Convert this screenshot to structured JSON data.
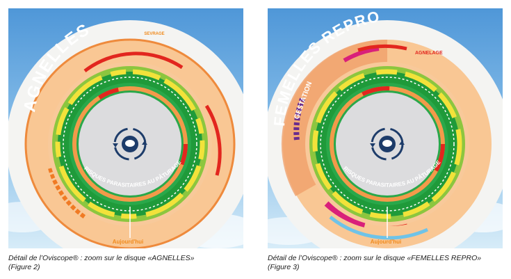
{
  "figures": [
    {
      "disc_title": "AGNELLES",
      "inner_label": "RISQUES PARASITAIRES AU PÂTURAGE",
      "today_label": "Aujourd'hui",
      "marker_label": "SEVRAGE",
      "caption_line1": "Détail de l’Oviscope® : zoom sur le disque «AGNELLES»",
      "caption_line2": "(Figure 2)"
    },
    {
      "disc_title": "FEMELLES REPRO",
      "inner_label": "RISQUES PARASITAIRES AU PÂTURAGE",
      "today_label": "Aujourd'hui",
      "top_label": "AGNELAGE",
      "side_label": "GESTATION",
      "caption_line1": "Détail de l’Oviscope® : zoom sur le disque «FEMELLES REPRO»",
      "caption_line2": "(Figure 3)"
    }
  ],
  "colors": {
    "sky_top": "#5aa0dc",
    "sky_bottom": "#bfe0f5",
    "outer_ring": "#f6f6f4",
    "peach": "#f8c08c",
    "orange": "#f39a4a",
    "green_dark": "#1f9a3a",
    "green_light": "#8cc63f",
    "yellow": "#f2e23a",
    "red": "#e2261e",
    "magenta": "#d9207a",
    "purple": "#6a2c8e",
    "center_grey": "#dcdcde",
    "navy": "#1d3c6a"
  }
}
